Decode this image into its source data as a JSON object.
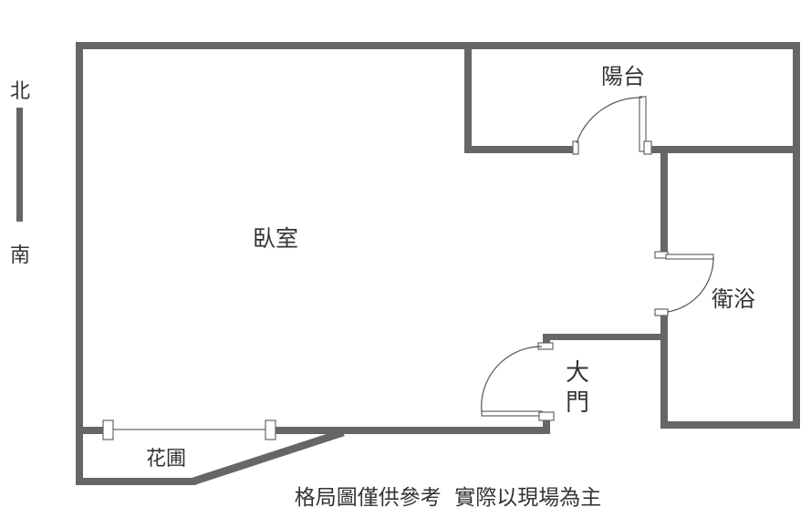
{
  "compass": {
    "north": "北",
    "south": "南"
  },
  "rooms": {
    "bedroom": "臥室",
    "balcony": "陽台",
    "bathroom": "衛浴",
    "entrance_top": "大",
    "entrance_bottom": "門",
    "garden": "花圃"
  },
  "disclaimer": "格局圖僅供參考  實際以現場為主",
  "colors": {
    "wall": "#666666",
    "text": "#333333",
    "background": "#ffffff"
  }
}
